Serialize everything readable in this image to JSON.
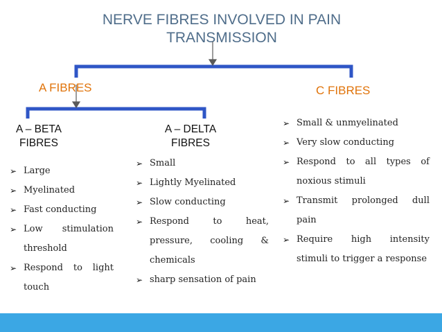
{
  "title": {
    "line1": "NERVE FIBRES INVOLVED IN PAIN",
    "line2": "TRANSMISSION"
  },
  "a_fibres": {
    "heading": "A FIBRES",
    "beta": {
      "label_line1": "A – BETA",
      "label_line2": "FIBRES",
      "bullets": [
        "Large",
        "Myelinated",
        "Fast conducting",
        "Low stimulation threshold",
        "Respond to light touch"
      ]
    },
    "delta": {
      "label_line1": "A – DELTA",
      "label_line2": "FIBRES",
      "bullets": [
        "Small",
        "Lightly Myelinated",
        "Slow conducting",
        "Respond to heat, pressure, cooling & chemicals",
        "sharp sensation of pain"
      ]
    }
  },
  "c_fibres": {
    "heading": "C FIBRES",
    "bullets": [
      "Small & unmyelinated",
      "Very slow conducting",
      "Respond to all types of noxious stimuli",
      "Transmit prolonged dull pain",
      "Require high intensity stimuli to trigger a response"
    ]
  },
  "colors": {
    "title": "#4f6d8a",
    "heading": "#e0730a",
    "connector": "#2f56c6",
    "footer": "#3ba7e4"
  }
}
